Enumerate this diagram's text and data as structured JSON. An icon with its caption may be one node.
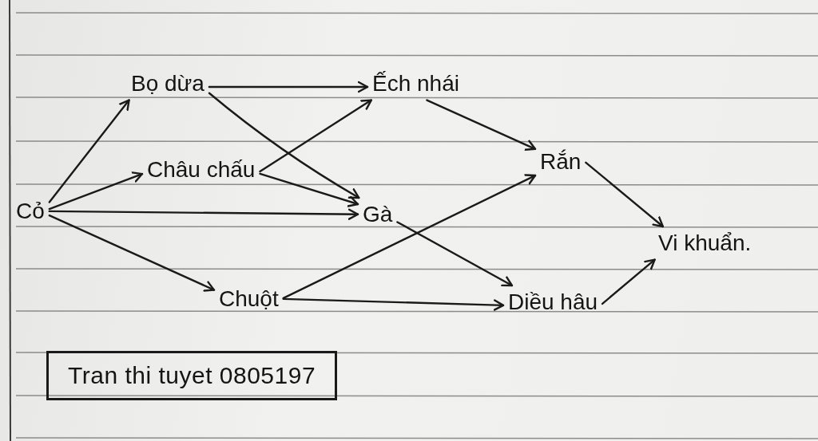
{
  "diagram": {
    "nodes": [
      {
        "text": [
          "Cỏ"
        ]
      },
      {
        "text": [
          "Bọ dừa"
        ]
      },
      {
        "text": [
          "Châu chấu"
        ]
      },
      {
        "text": [
          "Ếch nhái"
        ]
      },
      {
        "text": [
          "Gà"
        ]
      },
      {
        "text": [
          "Chuột"
        ]
      },
      {
        "text": [
          "Rắn"
        ]
      },
      {
        "text": [
          "Diều hâu"
        ]
      },
      {
        "text": [
          "Vi khuẩn."
        ]
      },
      {
        "text": [
          "Tran thi tuyet 0805197"
        ]
      }
    ],
    "edges": [
      {
        "from": 0,
        "to": 1,
        "arrow": "to"
      },
      {
        "from": 0,
        "to": 2,
        "arrow": "to"
      },
      {
        "from": 0,
        "to": 4,
        "arrow": "to"
      },
      {
        "from": 0,
        "to": 5,
        "arrow": "to"
      },
      {
        "from": 1,
        "to": 3,
        "arrow": "to"
      },
      {
        "from": 1,
        "to": 4,
        "arrow": "to"
      },
      {
        "from": 2,
        "to": 3,
        "arrow": "to"
      },
      {
        "from": 2,
        "to": 4,
        "arrow": "to"
      },
      {
        "from": 3,
        "to": 6,
        "arrow": "to"
      },
      {
        "from": 4,
        "to": 7,
        "arrow": "to"
      },
      {
        "from": 5,
        "to": 6,
        "arrow": "to"
      },
      {
        "from": 5,
        "to": 7,
        "arrow": "to"
      },
      {
        "from": 6,
        "to": 8,
        "arrow": "to"
      },
      {
        "from": 7,
        "to": 8,
        "arrow": "to"
      }
    ]
  }
}
